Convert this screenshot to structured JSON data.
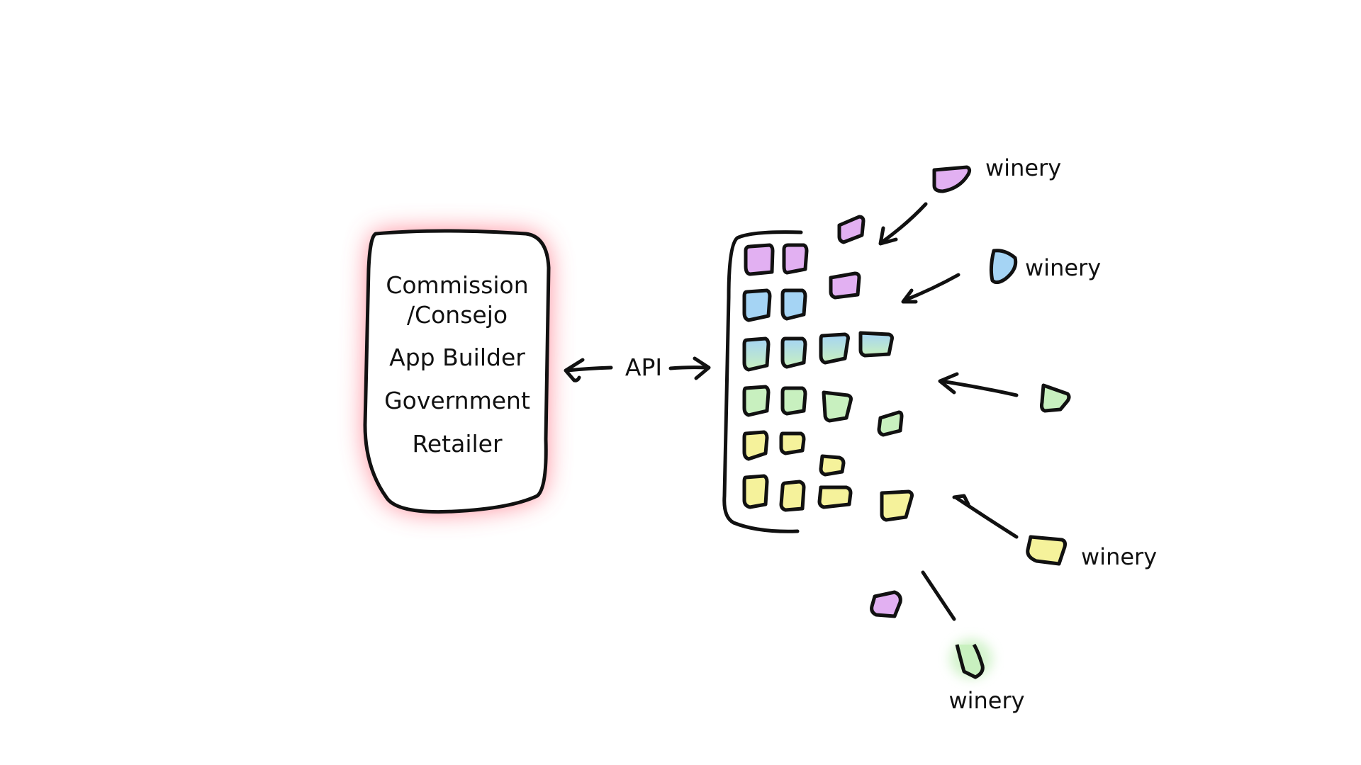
{
  "stakeholders": {
    "lines": [
      "Commission",
      "/Consejo",
      "App Builder",
      "Government",
      "Retailer"
    ]
  },
  "connector": {
    "label": "API"
  },
  "wineries": [
    {
      "label": "winery",
      "color": "#e2b0f2"
    },
    {
      "label": "winery",
      "color": "#a5d4f4"
    },
    {
      "label": "",
      "color": "#c8f0bf"
    },
    {
      "label": "winery",
      "color": "#f5f29b"
    },
    {
      "label": "winery",
      "color": "#c8f0bf"
    }
  ],
  "colors": {
    "glow": "#ff5a6e",
    "purple": "#e2b0f2",
    "blue": "#a5d4f4",
    "green": "#c8f0bf",
    "yellow": "#f5f29b",
    "ink": "#111111"
  }
}
